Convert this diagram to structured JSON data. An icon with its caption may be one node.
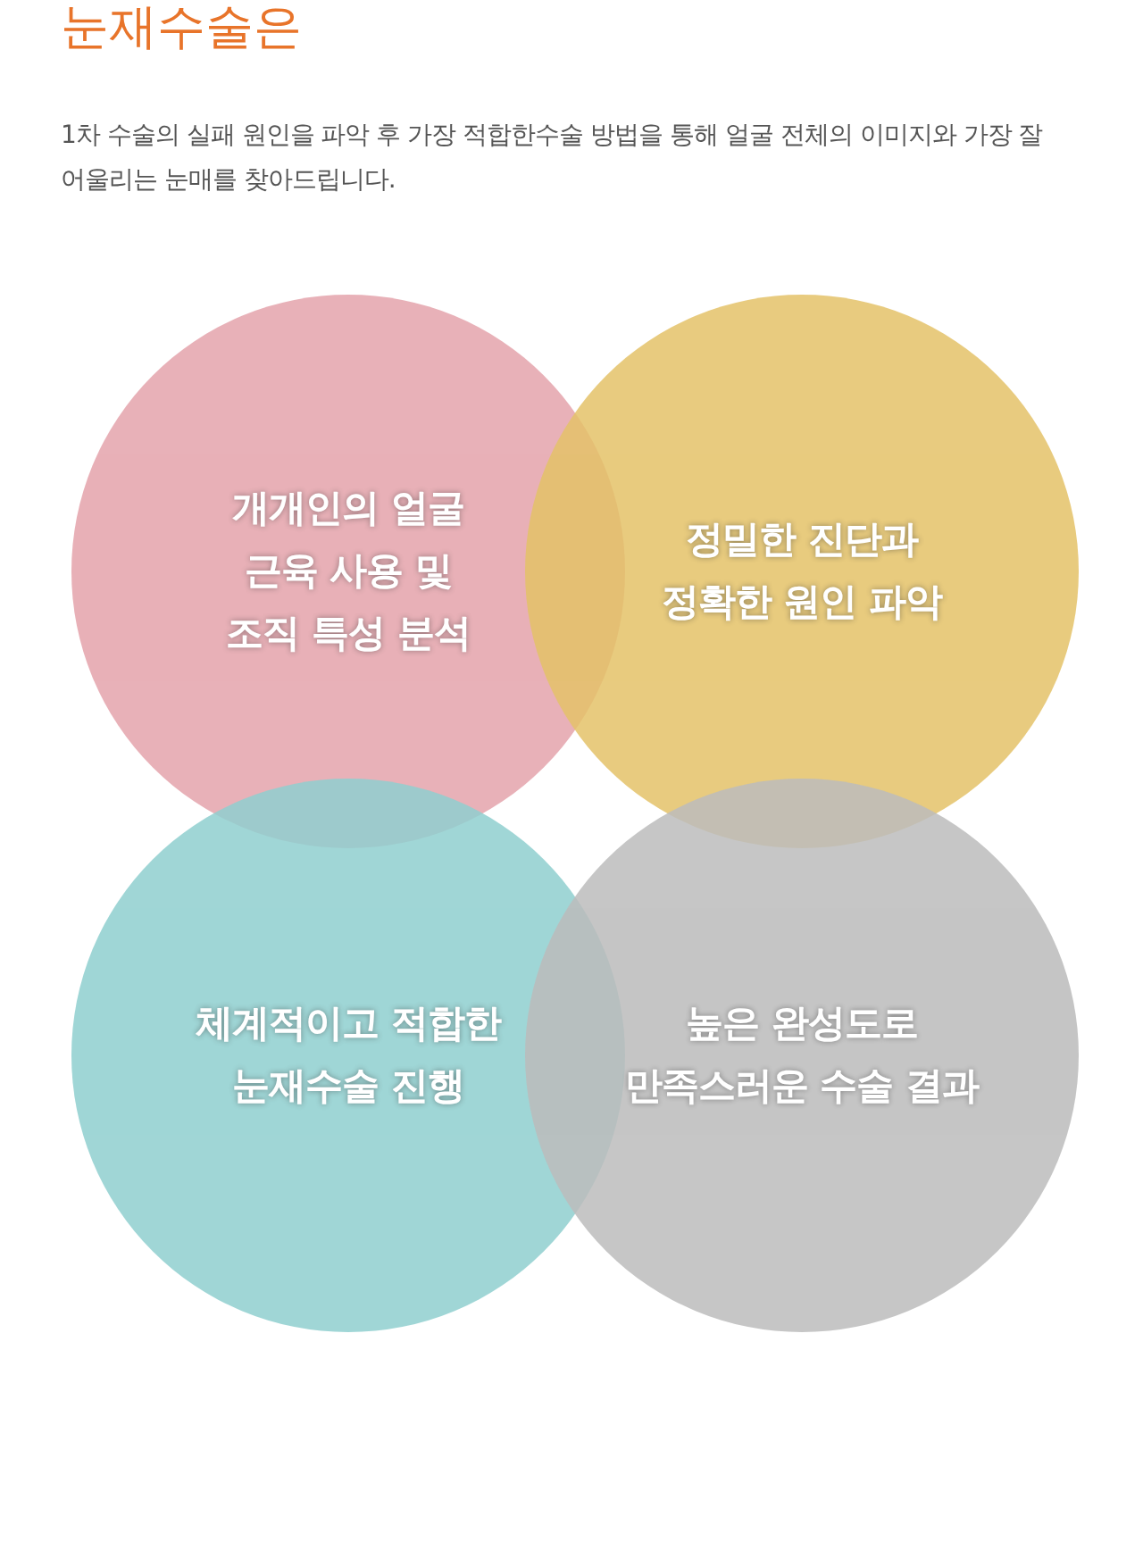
{
  "diagram": {
    "title": "눈재수술은",
    "nodes": [
      {
        "text": [
          "개개인의 얼굴 근육 사용 및 조직 특성 분석"
        ]
      },
      {
        "text": [
          "정밀한 진단과 정확한 원인 파악"
        ]
      },
      {
        "text": [
          "체계적이고 적합한 눈재수술 진행"
        ]
      },
      {
        "text": [
          "높은 완성도로 만족스러운 수술 결과"
        ]
      }
    ],
    "labels": [
      "1차 수술의 실패 원인을 파악 후 가장 적합한수술 방법을 통해 얼굴 전체의 이미지와 가장 잘 어울리는 눈매를 찾아드립니다."
    ]
  }
}
